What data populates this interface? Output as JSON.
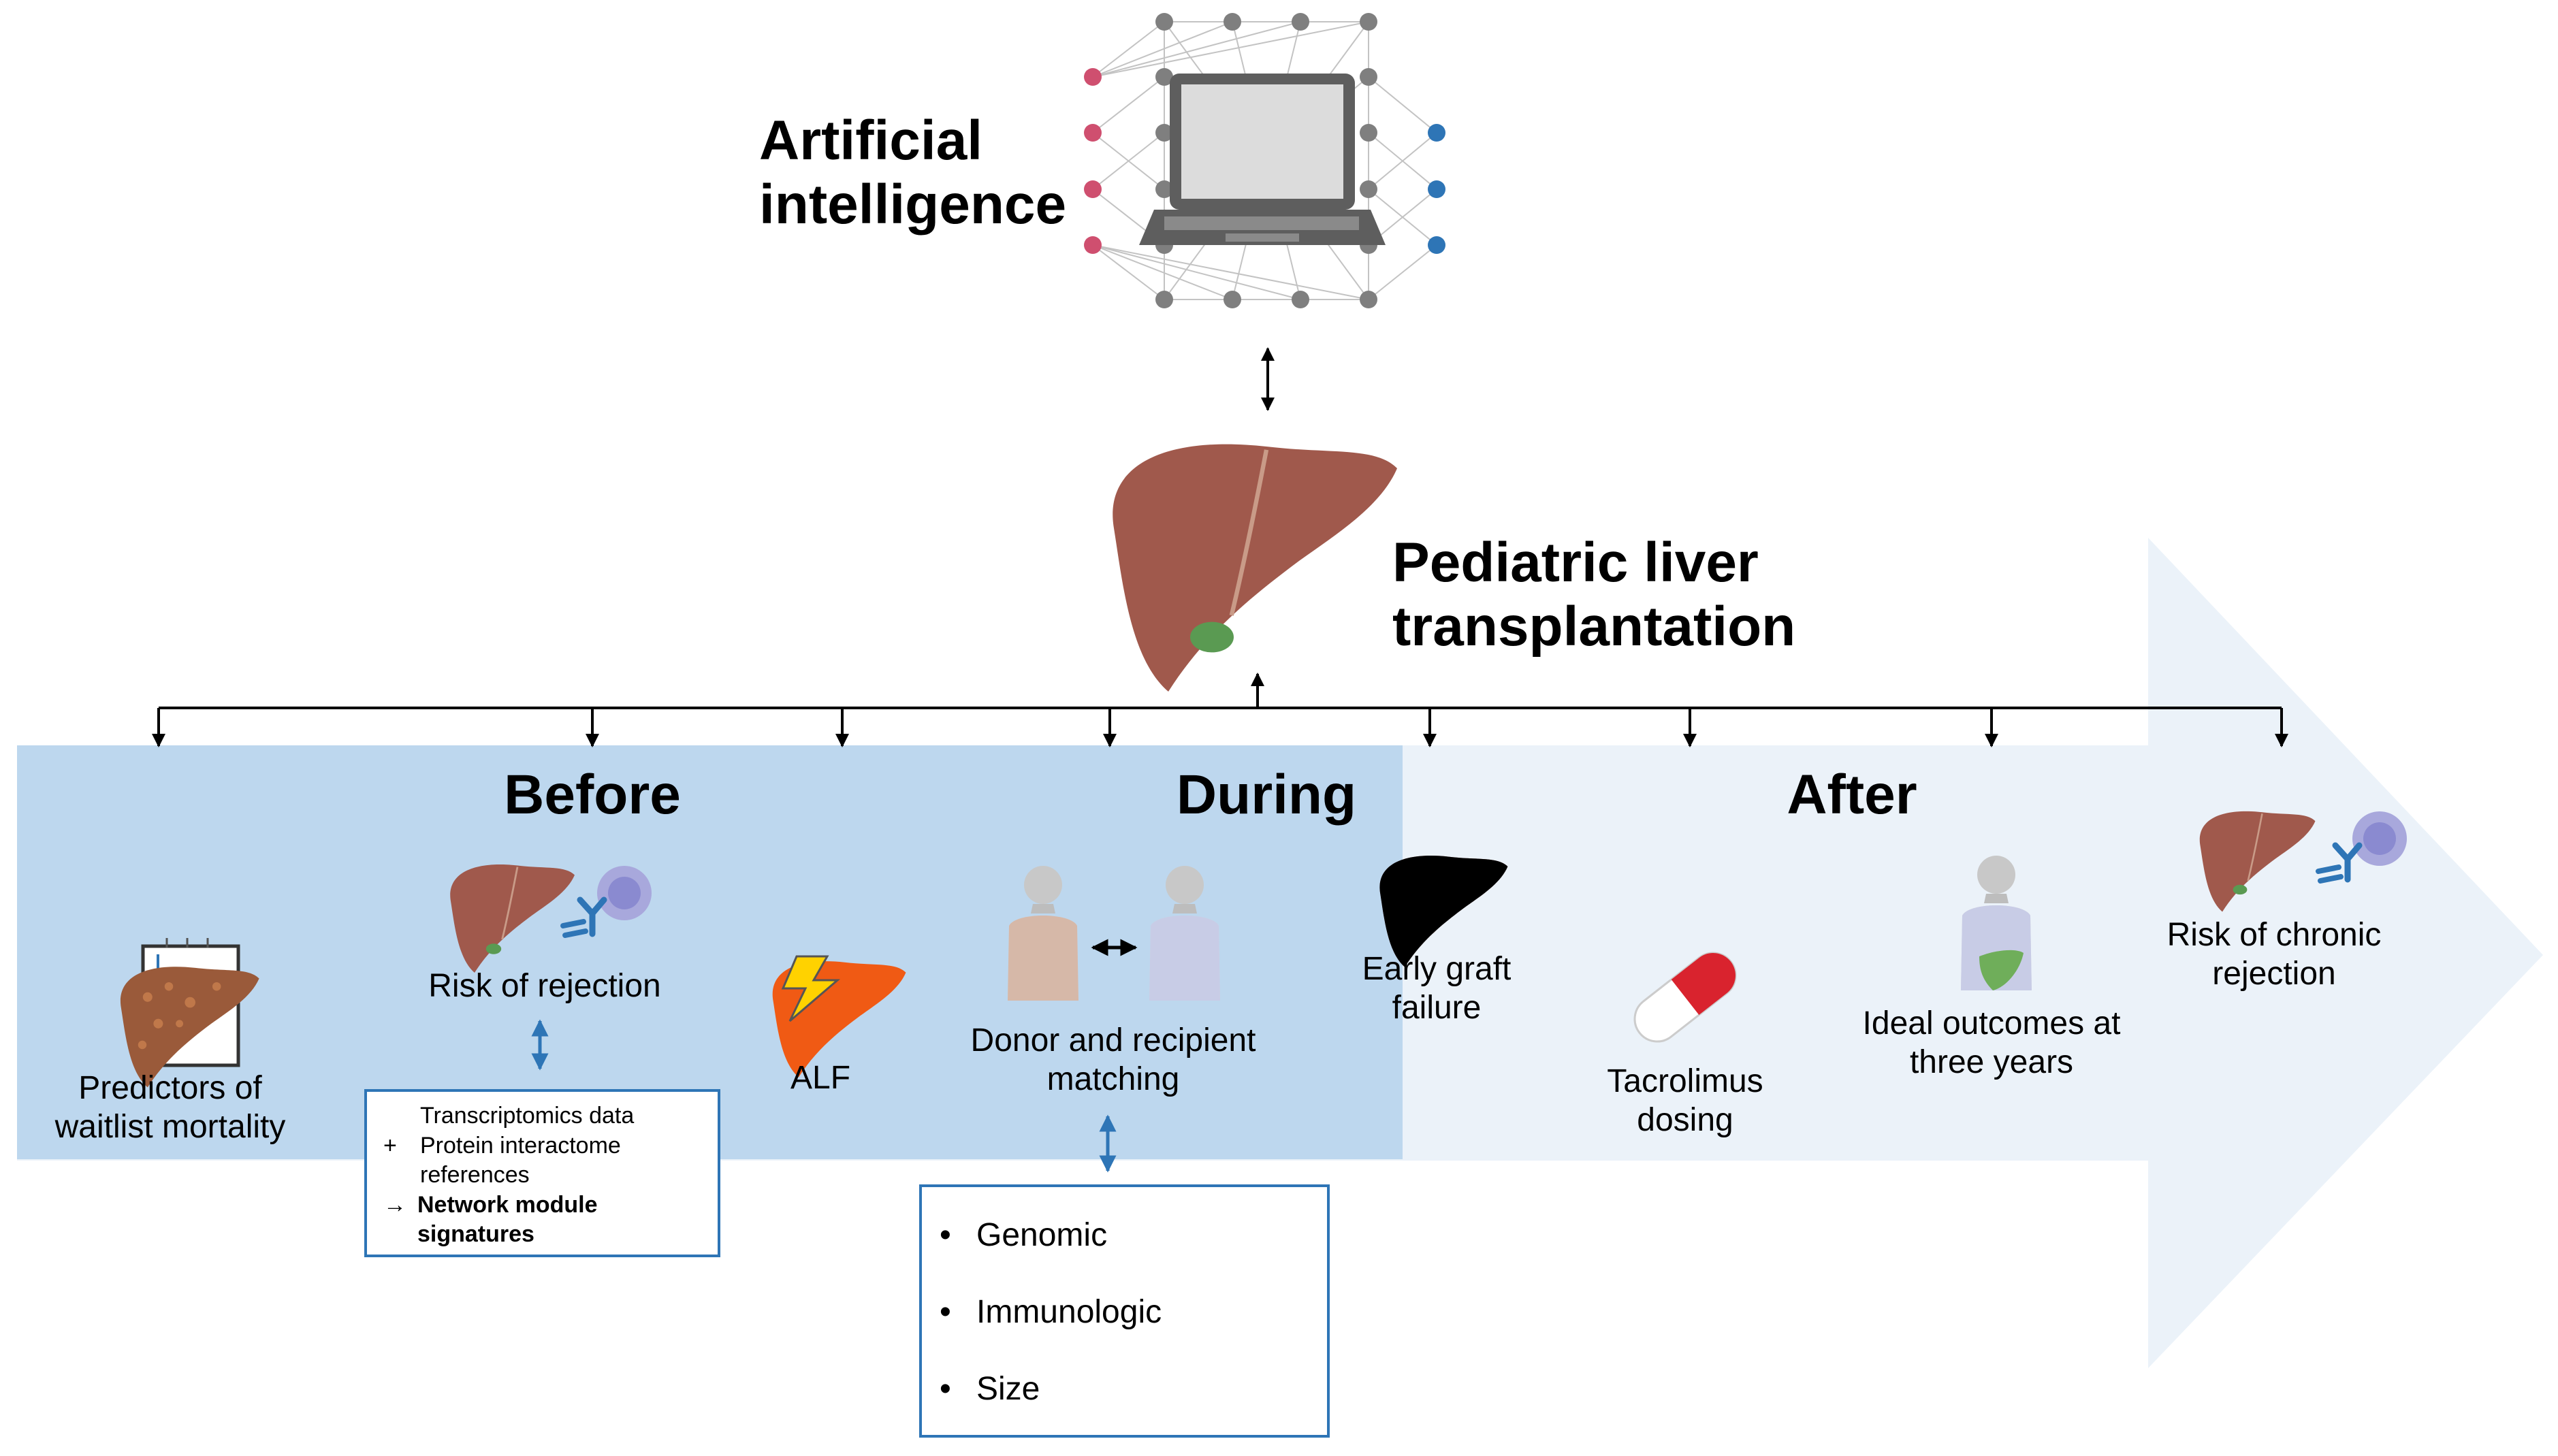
{
  "top": {
    "ai_title": "Artificial intelligence",
    "center_title": "Pediatric liver transplantation"
  },
  "phases": [
    "Before",
    "During",
    "After"
  ],
  "items": {
    "waitlist": "Predictors of waitlist mortality",
    "rejection": "Risk of rejection",
    "alf": "ALF",
    "matching": "Donor and recipient matching",
    "graft": "Early graft failure",
    "tacrolimus": "Tacrolimus dosing",
    "outcomes": "Ideal outcomes at three years",
    "chronic": "Risk of chronic rejection"
  },
  "rejection_box": {
    "line1": "Transcriptomics data",
    "line2_prefix": "+",
    "line2": "Protein interactome references",
    "line3_prefix": "→",
    "line3": "Network module signatures"
  },
  "matching_box": {
    "bullet": "•",
    "items": [
      "Genomic",
      "Immunologic",
      "Size"
    ]
  },
  "icons": {
    "ai": "neural-network-laptop-icon",
    "liver": "liver-icon",
    "person": "person-icon",
    "antibody": "antibody-cell-icon",
    "pill": "capsule-icon",
    "dna": "dna-icon",
    "scale": "scale-icon",
    "clipboard": "clipboard-liver-icon",
    "lightning": "lightning-icon"
  },
  "colors": {
    "before_band": "#bdd7ee",
    "after_arrow": "#ebf2f9",
    "liver": "#a0594c",
    "box_border": "#2e75b6",
    "input_node": "#cf4f6f",
    "output_node": "#2e75b6",
    "network_node": "#7f7f7f"
  }
}
